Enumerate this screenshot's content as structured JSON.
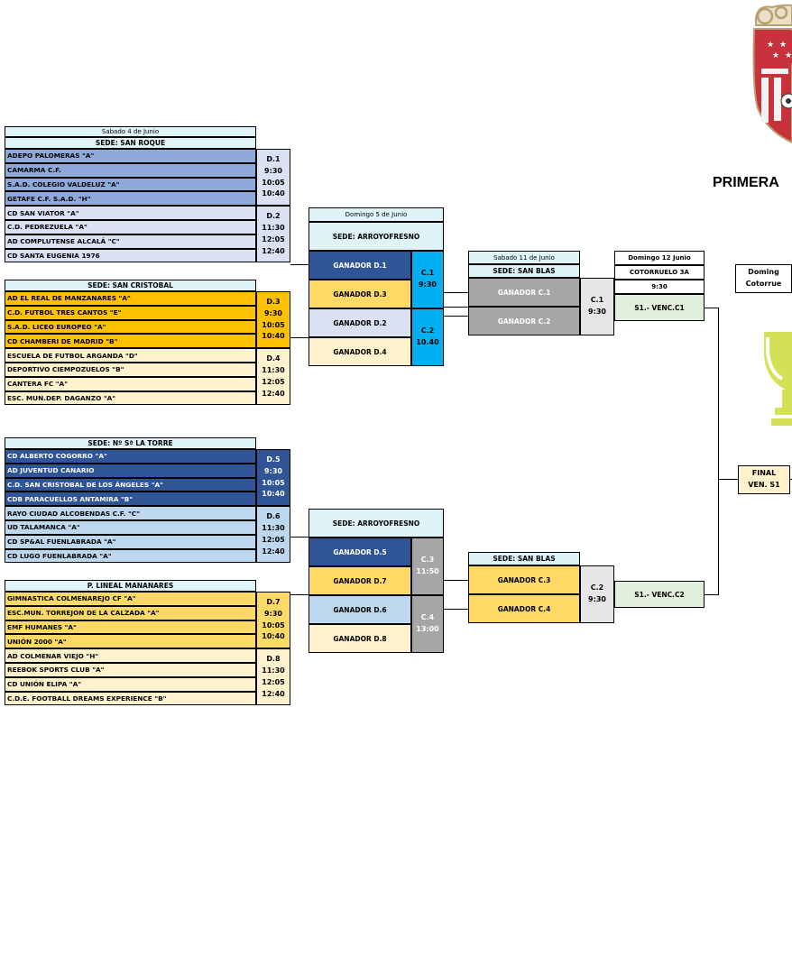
{
  "page_title": "PRIMERA",
  "colors": {
    "blue_dark": "#8eaadb",
    "blue_light": "#d9e1f2",
    "orange": "#ffc000",
    "orange_light": "#fff2cc",
    "navy": "#2f5597",
    "navy_light": "#bdd7ee",
    "gold": "#ffd966",
    "gold_light": "#fff2cc",
    "cyan": "#00b0f0",
    "grey": "#a6a6a6",
    "light_grey": "#e7e6e6",
    "green": "#e2efda",
    "header": "#dff4f8",
    "trophy": "#d4e157"
  },
  "groups": [
    {
      "date": "Sabado  4 de Junio",
      "sede": "SEDE: SAN ROQUE",
      "teams": [
        "ADEPO PALOMERAS \"A\"",
        "CAMARMA C.F.",
        "S.A.D. COLEGIO VALDELUZ \"A\"",
        "GETAFE C.F. S.A.D. \"H\"",
        "CD SAN VIATOR \"A\"",
        "C.D. PEDREZUELA \"A\"",
        "AD COMPLUTENSE ALCALÁ \"C\"",
        "CD SANTA EUGENIA 1976"
      ],
      "matches": [
        {
          "code": "D.1",
          "times": [
            "9:30",
            "10:05",
            "10:40"
          ]
        },
        {
          "code": "D.2",
          "times": [
            "11:30",
            "12:05",
            "12:40"
          ]
        }
      ]
    },
    {
      "sede": "SEDE: SAN CRISTOBAL",
      "teams": [
        "AD EL REAL DE MANZANARES \"A\"",
        "C.D. FUTBOL TRES CANTOS \"E\"",
        "S.A.D. LICEO EUROPEO \"A\"",
        "CD CHAMBERI DE MADRID \"B\"",
        "ESCUELA DE FUTBOL ARGANDA \"D\"",
        "DEPORTIVO CIEMPOZUELOS \"B\"",
        "CANTERA FC \"A\"",
        "ESC. MUN.DEP. DAGANZO \"A\""
      ],
      "matches": [
        {
          "code": "D.3",
          "times": [
            "9:30",
            "10:05",
            "10:40"
          ]
        },
        {
          "code": "D.4",
          "times": [
            "11:30",
            "12:05",
            "12:40"
          ]
        }
      ]
    },
    {
      "sede": "SEDE: Nº Sª LA TORRE",
      "teams": [
        "CD ALBERTO COGORRO \"A\"",
        "AD JUVENTUD CANARIO",
        "C.D. SAN CRISTOBAL DE LOS ÁNGELES \"A\"",
        "CDB PARACUELLOS ANTAMIRA \"B\"",
        "RAYO CIUDAD ALCOBENDAS C.F. \"C\"",
        "UD TALAMANCA \"A\"",
        "CD SP&AL FUENLABRADA \"A\"",
        "CD LUGO FUENLABRADA \"A\""
      ],
      "matches": [
        {
          "code": "D.5",
          "times": [
            "9:30",
            "10:05",
            "10:40"
          ]
        },
        {
          "code": "D.6",
          "times": [
            "11:30",
            "12:05",
            "12:40"
          ]
        }
      ]
    },
    {
      "sede": "P. LINEAL MANANARES",
      "teams": [
        "GIMNASTICA COLMENAREJO CF \"A\"",
        "ESC.MUN. TORREJON DE LA CALZADA \"A\"",
        "EMF HUMANES \"A\"",
        "UNIÓN 2000 \"A\"",
        "AD COLMENAR VIEJO \"H\"",
        "REEBOK SPORTS CLUB \"A\"",
        "CD UNIÓN ELIPA \"A\"",
        "C.D.E. FOOTBALL DREAMS EXPERIENCE  \"B\""
      ],
      "matches": [
        {
          "code": "D.7",
          "times": [
            "9:30",
            "10:05",
            "10:40"
          ]
        },
        {
          "code": "D.8",
          "times": [
            "11:30",
            "12:05",
            "12:40"
          ]
        }
      ]
    }
  ],
  "quarter_top": {
    "date": "Domingo  5 de Junio",
    "sede": "SEDE: ARROYOFRESNO",
    "winners": [
      "GANADOR D.1",
      "GANADOR D.3",
      "GANADOR D.2",
      "GANADOR D.4"
    ],
    "matches": [
      {
        "code": "C.1",
        "time": "9:30"
      },
      {
        "code": "C.2",
        "time": "10.40"
      }
    ]
  },
  "quarter_bottom": {
    "sede": "SEDE: ARROYOFRESNO",
    "winners": [
      "GANADOR D.5",
      "GANADOR D.7",
      "GANADOR D.6",
      "GANADOR D.8"
    ],
    "matches": [
      {
        "code": "C.3",
        "time": "11:50"
      },
      {
        "code": "C.4",
        "time": "13:00"
      }
    ]
  },
  "semi_top": {
    "date": "Sabado 11 de Junio",
    "sede": "SEDE: SAN BLAS",
    "winners": [
      "GANADOR  C.1",
      "GANADOR  C.2"
    ],
    "code": "C.1",
    "time": "9:30"
  },
  "semi_bottom": {
    "sede": "SEDE: SAN BLAS",
    "winners": [
      "GANADOR  C.3",
      "GANADOR  C.4"
    ],
    "code": "C.2",
    "time": "9:30"
  },
  "semi_final_top": {
    "date": "Domingo  12 Junio",
    "venue": "COTORRUELO 3A",
    "time": "9:30",
    "match": "S1.- VENC.C1"
  },
  "semi_final_bottom": {
    "match": "S1.- VENC.C2"
  },
  "final": {
    "date_partial": "Doming",
    "venue_partial": "Cotorrue",
    "label": "FINAL",
    "sub": "VEN. S1"
  }
}
